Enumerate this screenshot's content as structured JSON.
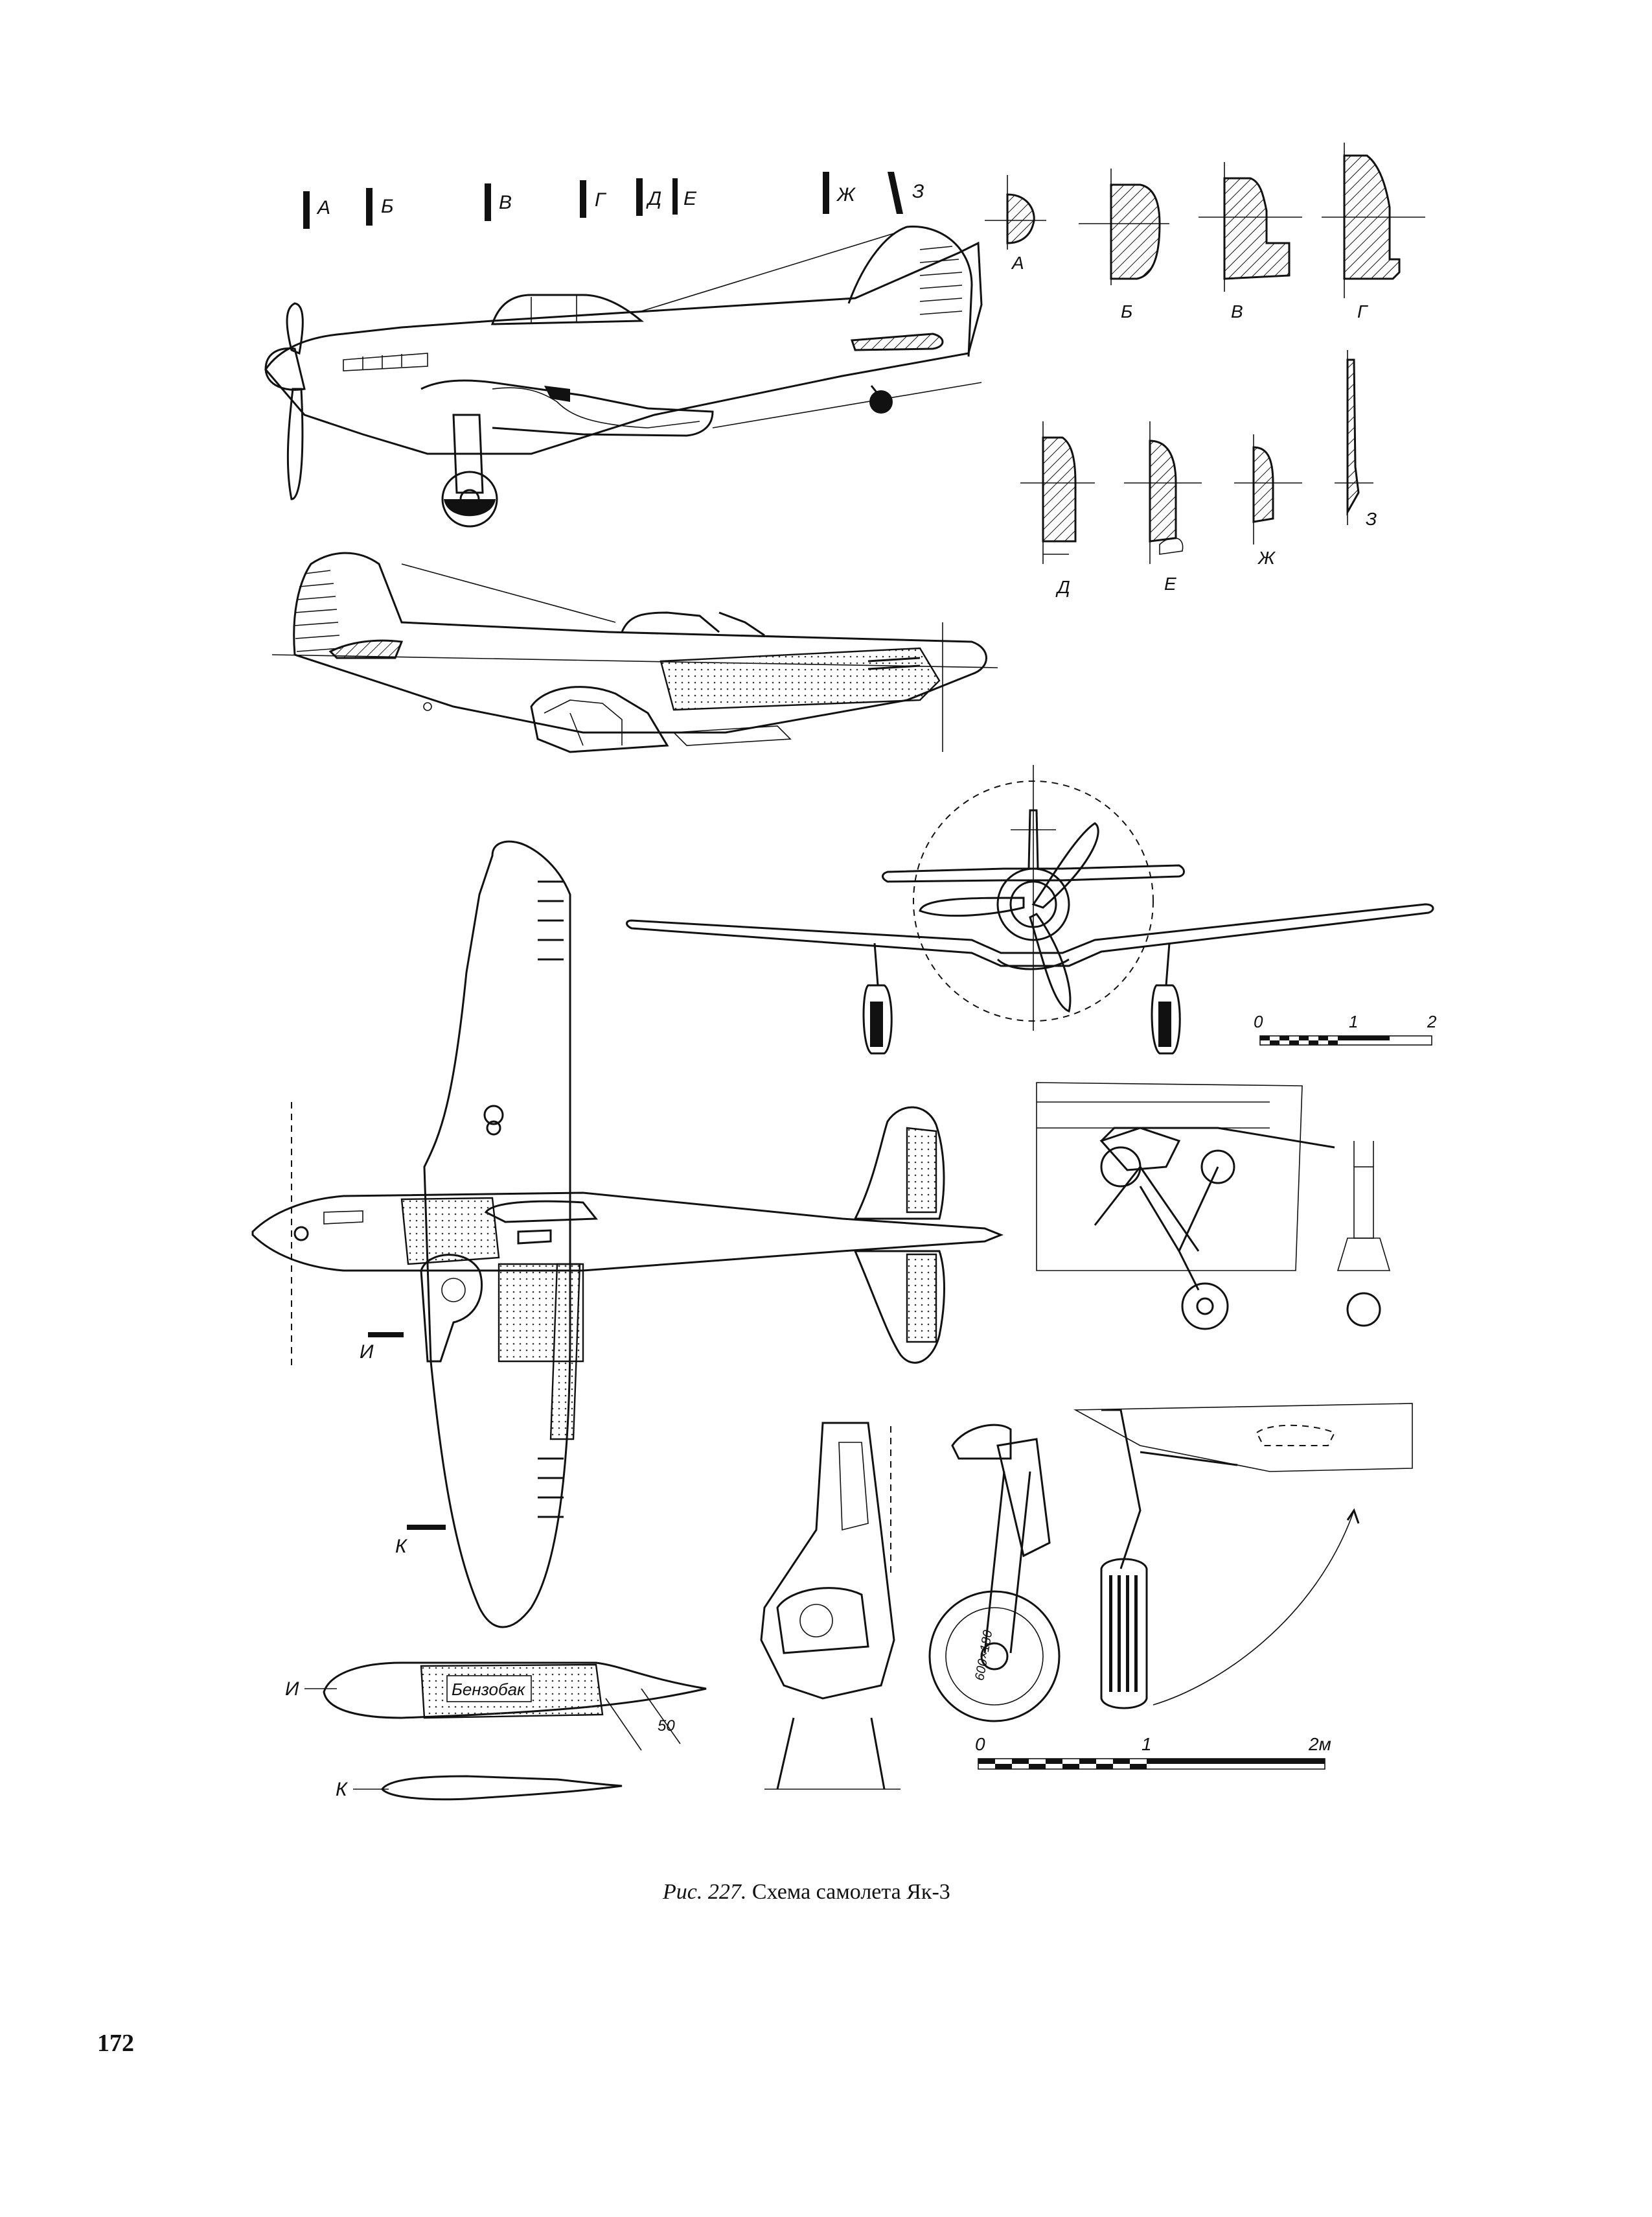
{
  "section_marks": [
    "А",
    "Б",
    "В",
    "Г",
    "Д",
    "Е",
    "Ж",
    "З"
  ],
  "section_profile_labels": [
    "А",
    "Б",
    "В",
    "Г",
    "Д",
    "Е",
    "Ж",
    "З"
  ],
  "wing_section_labels": [
    "И",
    "К"
  ],
  "fuel_tank_label": "Бензобак",
  "angle_label": "50",
  "tire_label": "600×180",
  "scale_small": {
    "ticks": [
      "0",
      "1",
      "2"
    ]
  },
  "scale_large": {
    "ticks": [
      "0",
      "1",
      "2м"
    ]
  },
  "caption": {
    "prefix": "Рис. 227.",
    "text": "Схема самолета Як-3"
  },
  "page_number": "172"
}
